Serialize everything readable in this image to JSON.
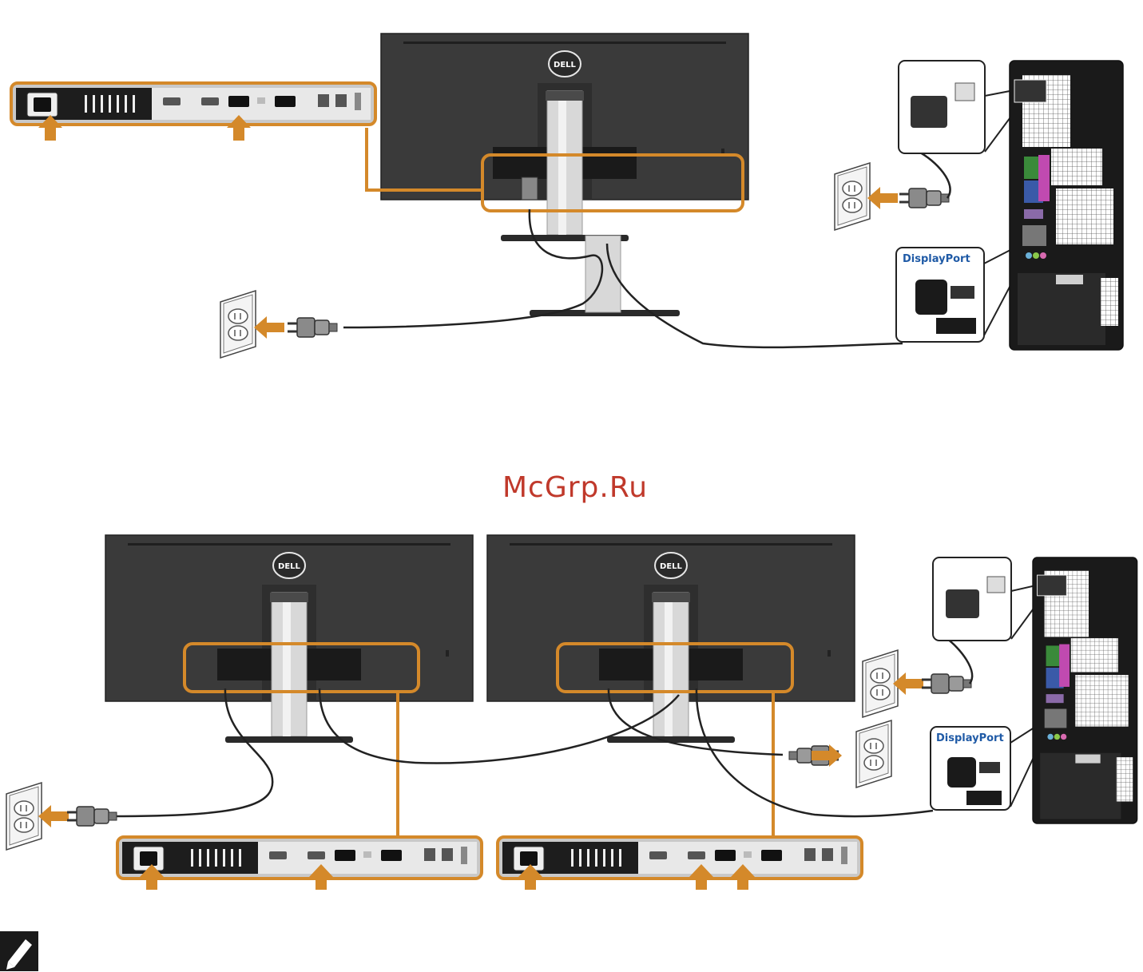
{
  "watermark": "McGrp.Ru",
  "brand_logo": "DELL",
  "connector_label": "DisplayPort",
  "colors": {
    "highlight": "#d4892a",
    "monitor_body": "#3a3a3a",
    "panel_dark": "#1d1d1d",
    "stand": "#d8d8d8",
    "cable": "#222222",
    "label_blue": "#1f5aa6",
    "watermark": "#c0392b"
  },
  "sections": [
    {
      "name": "single-monitor-setup",
      "monitors": 1
    },
    {
      "name": "dual-monitor-daisy-chain",
      "monitors": 2
    }
  ],
  "icons": [
    "power-outlet-icon",
    "power-plug-icon",
    "displayport-connector-icon",
    "desktop-pc-icon",
    "arrow-icon",
    "note-pencil-icon"
  ]
}
